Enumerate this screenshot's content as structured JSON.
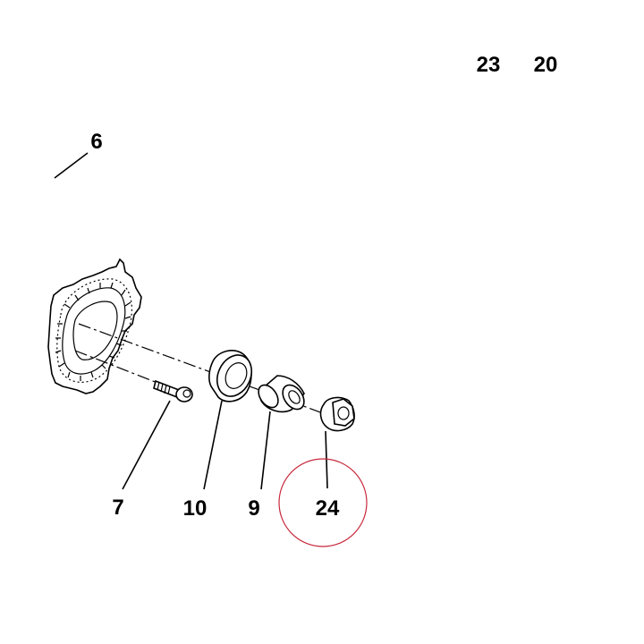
{
  "callouts": {
    "c6": "6",
    "c7": "7",
    "c9": "9",
    "c10": "10",
    "c20": "20",
    "c23": "23",
    "c24": "24"
  },
  "colors": {
    "line": "#000000",
    "background": "#ffffff",
    "highlight_circle": "#c8283c"
  }
}
